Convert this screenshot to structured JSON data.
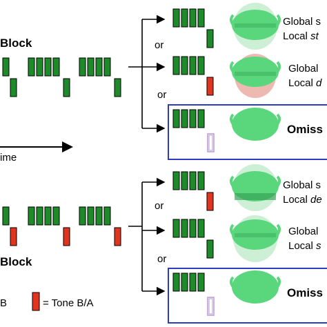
{
  "colors": {
    "tone_green": "#1f8a2a",
    "tone_red": "#e0341e",
    "head_green": "#5ad67c",
    "head_red_tint": "#e8a79d",
    "omission_box": "#2a3cc0",
    "omission_placeholder": "#b79ad3"
  },
  "top_section": {
    "block_label": "Block",
    "time_label": "ime",
    "or_1": "or",
    "or_2": "or",
    "outcomes": [
      {
        "line1": "Global s",
        "line2_prefix": "Local ",
        "line2_italic": "st"
      },
      {
        "line1": "Global",
        "line2_prefix": "Local ",
        "line2_italic": "d"
      },
      {
        "label": "Omiss"
      }
    ]
  },
  "bottom_section": {
    "block_label": "Block",
    "or_1": "or",
    "or_2": "or",
    "outcomes": [
      {
        "line1": "Global s",
        "line2_prefix": "Local ",
        "line2_italic": "de"
      },
      {
        "line1": "Global",
        "line2_prefix": "Local ",
        "line2_italic": "s"
      },
      {
        "label": "Omiss"
      }
    ]
  },
  "legend": {
    "tone_a_partial": "B",
    "tone_ba": "= Tone B/A"
  }
}
